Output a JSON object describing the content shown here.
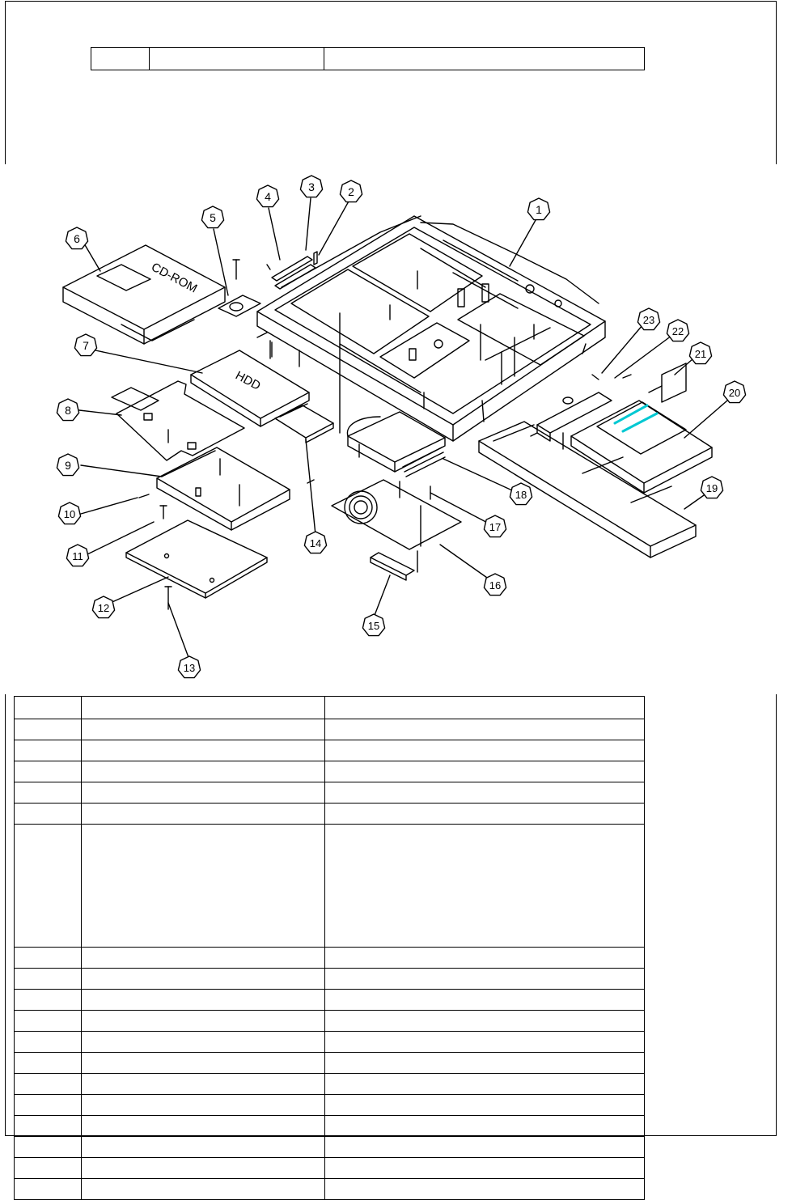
{
  "drive_labels": {
    "cdrom": "CD-ROM",
    "hdd": "HDD"
  },
  "callouts": [
    "1",
    "2",
    "3",
    "4",
    "5",
    "6",
    "7",
    "8",
    "9",
    "10",
    "11",
    "12",
    "13",
    "14",
    "15",
    "16",
    "17",
    "18",
    "19",
    "20",
    "21",
    "22",
    "23"
  ],
  "header_table": {
    "rows": 1,
    "columns": 3
  },
  "parts_table": {
    "row_heights": [
      28,
      26,
      26,
      26,
      26,
      26,
      152,
      26,
      26,
      26,
      26,
      26,
      26,
      26,
      26,
      26,
      26,
      26,
      26
    ],
    "columns": 3
  },
  "colors": {
    "line": "#000000",
    "floppy_label": "#00c8d2"
  }
}
